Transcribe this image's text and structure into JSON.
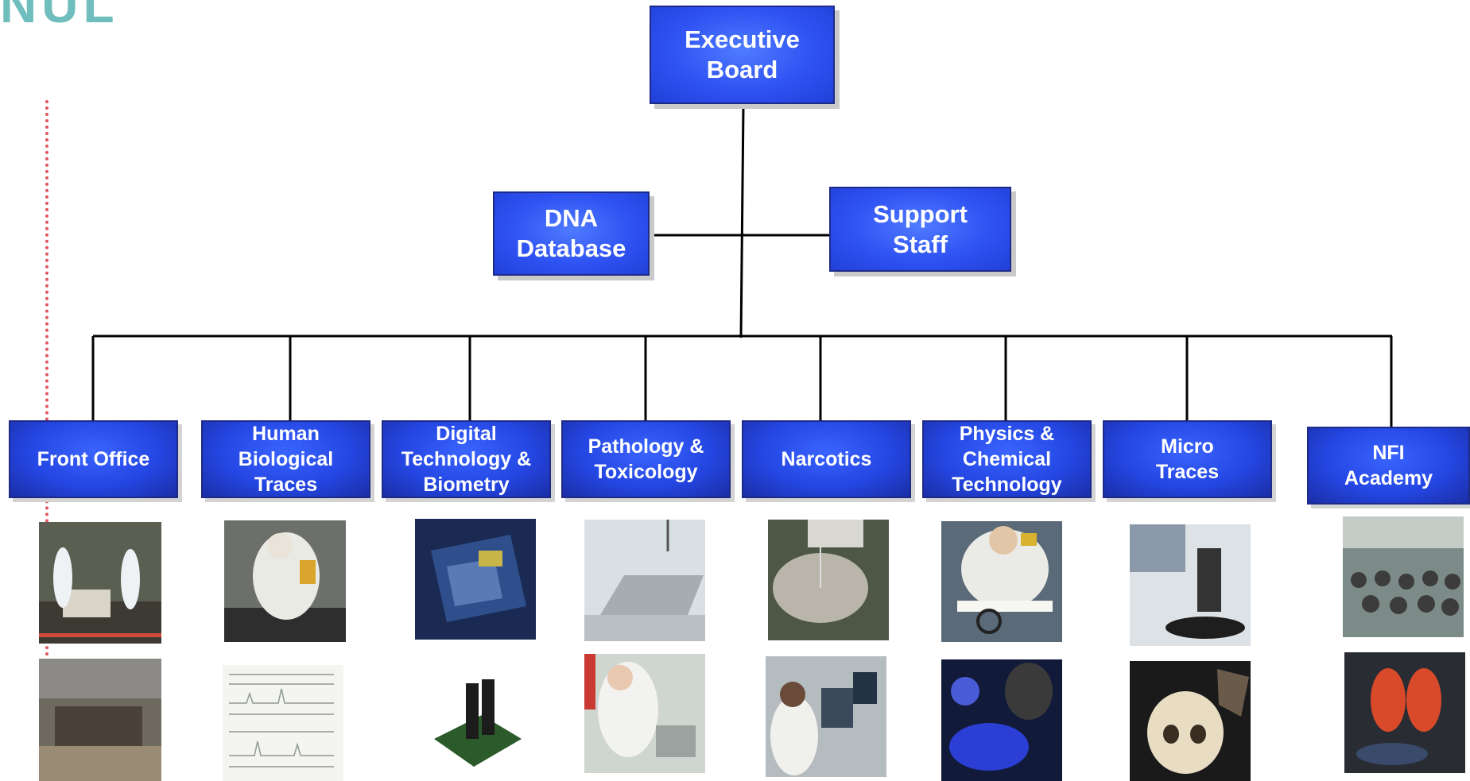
{
  "logo": {
    "text": "NUL"
  },
  "chart": {
    "executive": {
      "label": "Executive\nBoard"
    },
    "staff_units": [
      {
        "id": "dna",
        "label": "DNA\nDatabase"
      },
      {
        "id": "support",
        "label": "Support\nStaff"
      }
    ],
    "departments": [
      {
        "id": "front-office",
        "label": "Front Office"
      },
      {
        "id": "human-bio",
        "label": "Human\nBiological\nTraces"
      },
      {
        "id": "digital",
        "label": "Digital\nTechnology &\nBiometry"
      },
      {
        "id": "pathology",
        "label": "Pathology &\nToxicology"
      },
      {
        "id": "narcotics",
        "label": "Narcotics"
      },
      {
        "id": "physics",
        "label": "Physics &\nChemical\nTechnology"
      },
      {
        "id": "micro",
        "label": "Micro\nTraces"
      },
      {
        "id": "academy",
        "label": "NFI\nAcademy"
      }
    ]
  },
  "photos": [
    {
      "dept": "front-office",
      "subject": "forensic investigators in white suits at car scene"
    },
    {
      "dept": "front-office",
      "subject": "wrecked vehicle debris"
    },
    {
      "dept": "human-bio",
      "subject": "lab worker in white coat"
    },
    {
      "dept": "human-bio",
      "subject": "dna profile chart printout"
    },
    {
      "dept": "digital",
      "subject": "circuit board with chip"
    },
    {
      "dept": "digital",
      "subject": "hard drive device"
    },
    {
      "dept": "pathology",
      "subject": "autopsy table"
    },
    {
      "dept": "pathology",
      "subject": "scientist at lab bench"
    },
    {
      "dept": "narcotics",
      "subject": "pill press disc"
    },
    {
      "dept": "narcotics",
      "subject": "analyst at computer"
    },
    {
      "dept": "physics",
      "subject": "scientist with magnifier"
    },
    {
      "dept": "physics",
      "subject": "blue light examination"
    },
    {
      "dept": "micro",
      "subject": "microscope"
    },
    {
      "dept": "micro",
      "subject": "skull with axe"
    },
    {
      "dept": "academy",
      "subject": "classroom audience"
    },
    {
      "dept": "academy",
      "subject": "rescue workers in orange suits"
    }
  ],
  "colors": {
    "box_fill": "#2f52f3",
    "box_border": "#1d2a88",
    "line": "#000000",
    "rule": "#e0575f",
    "logo": "#6fbdbd"
  }
}
